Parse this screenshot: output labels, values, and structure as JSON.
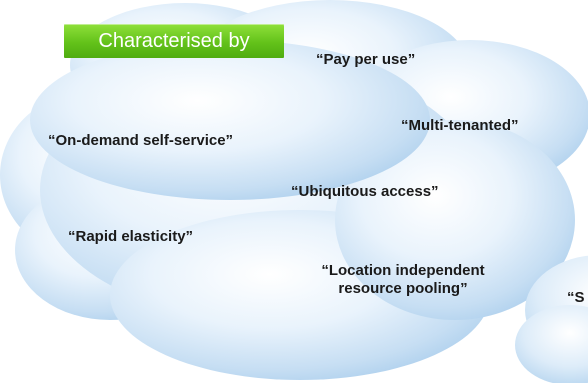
{
  "badge": {
    "label": "Characterised by",
    "color": "#5fbd17"
  },
  "cloud": {
    "fill_light": "#f2f8fd",
    "fill_mid": "#c9e1f5",
    "fill_dark": "#9ec6ea"
  },
  "terms": {
    "pay_per_use": "“Pay per use”",
    "multi_tenanted": "“Multi-tenanted”",
    "on_demand": "“On-demand self-service”",
    "ubiquitous_access": "“Ubiquitous access”",
    "rapid_elasticity": "“Rapid elasticity”",
    "location_line1": "“Location independent",
    "location_line2": "resource pooling”",
    "cut_off": "“S"
  }
}
